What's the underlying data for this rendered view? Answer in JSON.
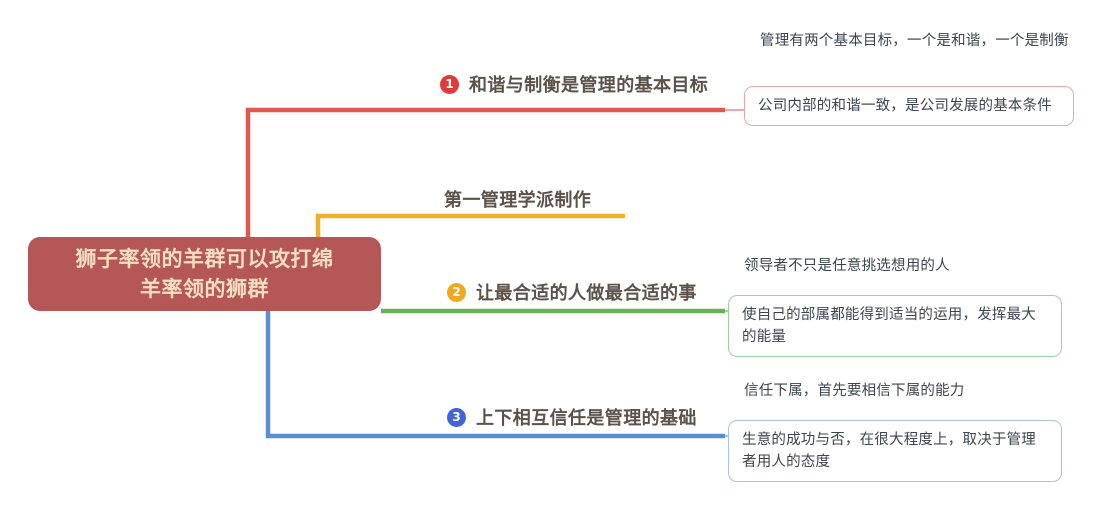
{
  "diagram": {
    "type": "mind-map",
    "central": {
      "text": "狮子率领的羊群可以攻打绵羊率领的狮群",
      "line1": "狮子率领的羊群可以攻打绵",
      "line2": "羊率领的狮群",
      "bg_color": "#b65757",
      "text_color": "#f2dfc0"
    },
    "branches": [
      {
        "number": "❶",
        "number_plain": "1",
        "label": "和谐与制衡是管理的基本目标",
        "color": "#e0584f",
        "badge_color": "#e03b39",
        "leaves": [
          {
            "text": "管理有两个基本目标，一个是和谐，一个是制衡",
            "boxed": false
          },
          {
            "text": "公司内部的和谐一致，是公司发展的基本条件",
            "boxed": true,
            "border_color": "#e8a8a4"
          }
        ]
      },
      {
        "number": "",
        "label": "第一管理学派制作",
        "color": "#ecb22e",
        "badge_color": "",
        "leaves": []
      },
      {
        "number": "❷",
        "number_plain": "2",
        "label": "让最合适的人做最合适的事",
        "color": "#67b15a",
        "badge_color": "#f0a81e",
        "leaves": [
          {
            "text": "领导者不只是任意挑选想用的人",
            "boxed": false
          },
          {
            "text": "使自己的部属都能得到适当的运用，发挥最大的能量",
            "boxed": true,
            "border_color": "#9ed3a0"
          }
        ]
      },
      {
        "number": "❸",
        "number_plain": "3",
        "label": "上下相互信任是管理的基础",
        "color": "#5b8fd4",
        "badge_color": "#4364d8",
        "leaves": [
          {
            "text": "信任下属，首先要相信下属的能力",
            "boxed": false
          },
          {
            "text": "生意的成功与否，在很大程度上，取决于管理者用人的态度",
            "boxed": true,
            "border_color": "#a7c3e6"
          }
        ]
      }
    ]
  }
}
